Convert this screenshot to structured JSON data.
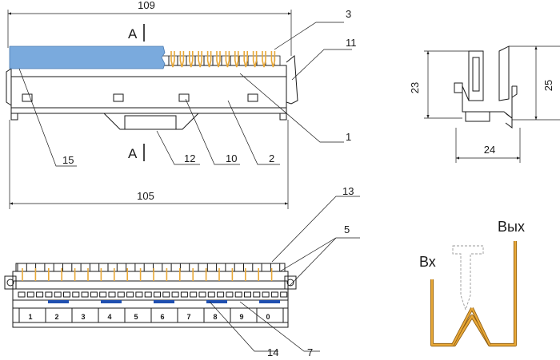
{
  "dimensions": {
    "top_width": "109",
    "bottom_width": "105",
    "side_height_left": "23",
    "side_height_right": "25",
    "side_width": "24"
  },
  "section_marks": {
    "top": "A",
    "bottom": "A"
  },
  "callouts": {
    "c3": "3",
    "c11": "11",
    "c1": "1",
    "c2": "2",
    "c10": "10",
    "c12": "12",
    "c15": "15",
    "c13": "13",
    "c5": "5",
    "c7": "7",
    "c14": "14"
  },
  "terminal_labels": {
    "input": "Вх",
    "output": "Вых"
  },
  "pair_numbers": [
    "1",
    "2",
    "3",
    "4",
    "5",
    "6",
    "7",
    "8",
    "9",
    "0"
  ],
  "colors": {
    "highlight_blue": "#7aaadd",
    "contact_gold": "#e8a838",
    "marker_blue": "#1f4fb0",
    "line": "#1a1a1a"
  }
}
